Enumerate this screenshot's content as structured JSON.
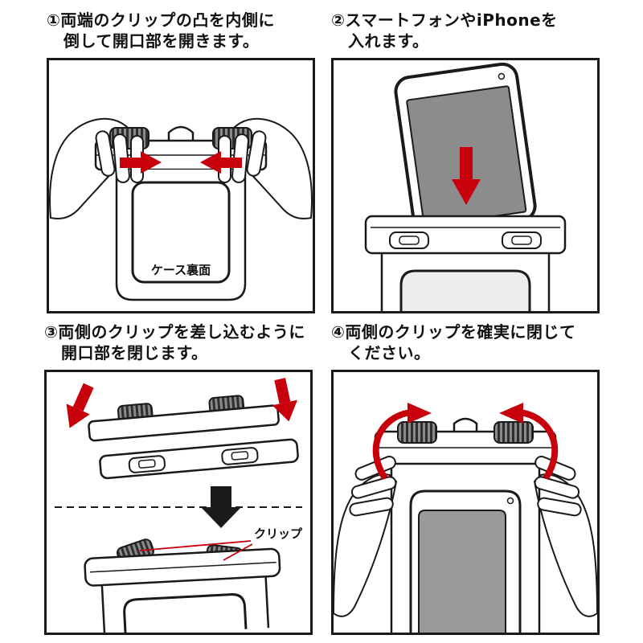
{
  "palette": {
    "outline": "#1a1a1a",
    "accent_red": "#c7000b",
    "screen_gray": "#8c8c8c",
    "window_gray": "#ededed"
  },
  "steps": [
    {
      "title_line1": "①両端のクリップの凸を内側に",
      "title_line2": "倒して開口部を開きます。",
      "label": "ケース裏面"
    },
    {
      "title_line1": "②スマートフォンやiPhoneを",
      "title_line2": "入れます。",
      "label": ""
    },
    {
      "title_line1": "③両側のクリップを差し込むように",
      "title_line2": "開口部を閉じます。",
      "label": "クリップ"
    },
    {
      "title_line1": "④両側のクリップを確実に閉じて",
      "title_line2": "ください。",
      "label": ""
    }
  ]
}
